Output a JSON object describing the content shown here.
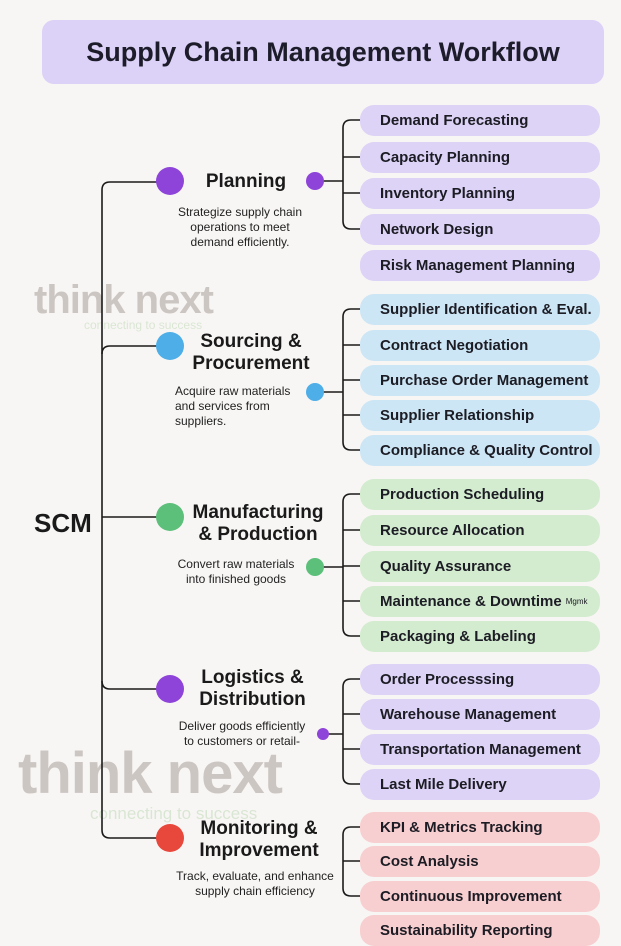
{
  "title": "Supply Chain Management Workflow",
  "root": "SCM",
  "colors": {
    "purple": "#8e44d8",
    "blue": "#4daee8",
    "green": "#5cbf7a",
    "red": "#e8473c"
  },
  "stages": [
    {
      "title": "Planning",
      "desc": [
        "Strategize supply chain",
        "operations to meet",
        "demand efficiently."
      ],
      "items": [
        "Demand Forecasting",
        "Capacity Planning",
        "Inventory Planning",
        "Network Design",
        "Risk Management Planning"
      ]
    },
    {
      "title": [
        "Sourcing &",
        "Procurement"
      ],
      "desc": [
        "Acquire raw materials",
        "and services from",
        "suppliers."
      ],
      "items": [
        "Supplier Identification & Eval.",
        "Contract Negotiation",
        "Purchase Order Management",
        "Supplier Relationship",
        "Compliance & Quality Control"
      ]
    },
    {
      "title": [
        "Manufacturing",
        "& Production"
      ],
      "desc": [
        "Convert raw materials",
        "into finished goods"
      ],
      "items": [
        "Production Scheduling",
        "Resource Allocation",
        "Quality Assurance",
        "Maintenance & Downtime",
        "Packaging & Labeling"
      ],
      "item_suffix": "Mgmk"
    },
    {
      "title": [
        "Logistics &",
        "Distribution"
      ],
      "desc": [
        "Deliver goods efficiently",
        "to customers or retail-"
      ],
      "items": [
        "Order Processsing",
        "Warehouse Management",
        "Transportation Management",
        "Last Mile Delivery"
      ]
    },
    {
      "title": [
        "Monitoring &",
        "Improvement"
      ],
      "desc": [
        "Track, evaluate, and enhance",
        "supply chain efficiency"
      ],
      "items": [
        "KPI & Metrics Tracking",
        "Cost Analysis",
        "Continuous Improvement",
        "Sustainability Reporting"
      ]
    }
  ],
  "watermark": {
    "brand": "think next",
    "tagline": "connecting to success"
  }
}
